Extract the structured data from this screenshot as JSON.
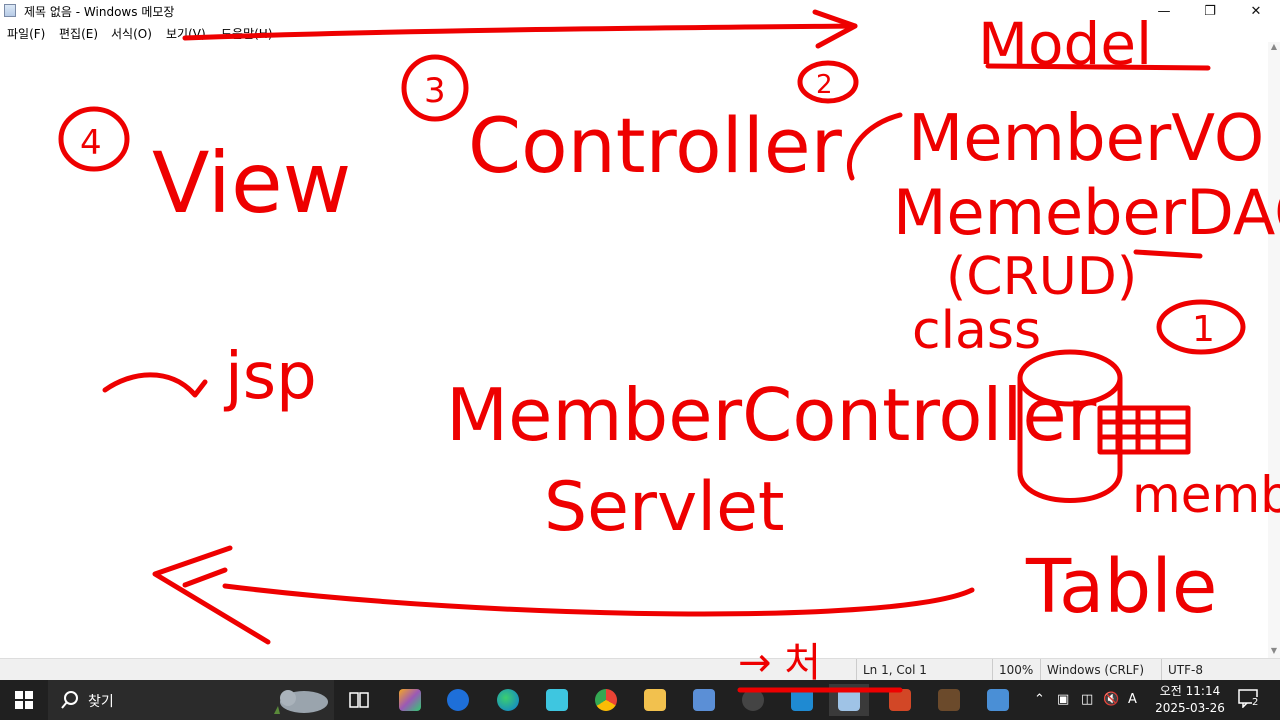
{
  "window": {
    "title": "제목 없음 - Windows 메모장",
    "controls": [
      "minimize-icon",
      "restore-icon",
      "close-icon"
    ]
  },
  "menu": [
    {
      "label": "파일(F)"
    },
    {
      "label": "편집(E)"
    },
    {
      "label": "서식(O)"
    },
    {
      "label": "보기(V)"
    },
    {
      "label": "도움말(H)"
    }
  ],
  "statusbar": {
    "position": "Ln 1, Col 1",
    "zoom": "100%",
    "line_ending": "Windows (CRLF)",
    "encoding": "UTF-8"
  },
  "annotations": {
    "model": "Model",
    "view": "View",
    "controller": "Controller",
    "membervo": "MemberVO",
    "memberdao": "MemeberDAO",
    "crud": "(CRUD)",
    "class": "class",
    "jsp": "jsp",
    "membercontroller": "MemberController",
    "servlet": "Servlet",
    "member": "member",
    "table": "Table",
    "num1": "1",
    "num2": "2",
    "num3": "3",
    "num4": "4",
    "bottom": "→ 처"
  },
  "taskbar": {
    "search_label": "찾기",
    "clock_time": "오전 11:14",
    "clock_date": "2025-03-26",
    "ime": "A",
    "notification_count": "2"
  },
  "colors": {
    "ink": "#ee0000",
    "taskbar": "#202020",
    "statusbar": "#f0f0f0"
  }
}
